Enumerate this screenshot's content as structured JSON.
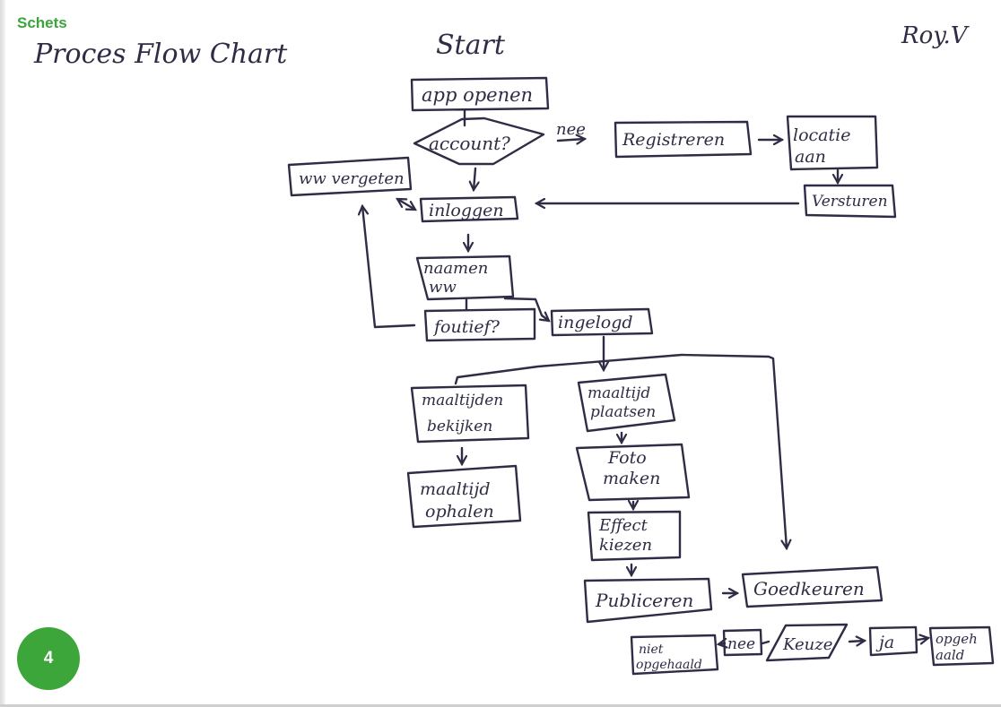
{
  "header": {
    "section_label": "Schets",
    "title": "Proces Flow Chart",
    "author": "Roy.V"
  },
  "page_number": "4",
  "colors": {
    "accent_green": "#3da63a",
    "ink": "#2e2d45"
  },
  "flowchart": {
    "start_label": "Start",
    "nodes": {
      "app_openen": "app openen",
      "account": "account?",
      "registreren": "Registreren",
      "locatie_aan_1": "locatie",
      "locatie_aan_2": "aan",
      "versturen": "Versturen",
      "ww_vergeten": "ww vergeten",
      "inloggen": "inloggen",
      "naam_ww_1": "naamen",
      "naam_ww_2": "ww",
      "foutief": "foutief?",
      "ingelogd": "ingelogd",
      "maaltijden_bekijken_1": "maaltijden",
      "maaltijden_bekijken_2": "bekijken",
      "maaltijd_ophalen_1": "maaltijd",
      "maaltijd_ophalen_2": "ophalen",
      "maaltijd_plaatsen_1": "maaltijd",
      "maaltijd_plaatsen_2": "plaatsen",
      "foto_maken_1": "Foto",
      "foto_maken_2": "maken",
      "effect_kiezen_1": "Effect",
      "effect_kiezen_2": "kiezen",
      "publiceren": "Publiceren",
      "goedkeuren": "Goedkeuren",
      "niet_opgehaald_1": "niet",
      "niet_opgehaald_2": "opgehaald",
      "nee_2": "nee",
      "keuze": "Keuze",
      "ja": "ja",
      "opgehaald_1": "opgeh",
      "opgehaald_2": "aald"
    },
    "edge_labels": {
      "account_nee": "nee"
    },
    "edges": [
      {
        "from": "app openen",
        "to": "account?"
      },
      {
        "from": "account?",
        "to": "Registreren",
        "label": "nee"
      },
      {
        "from": "account?",
        "to": "inloggen"
      },
      {
        "from": "Registreren",
        "to": "locatie aan"
      },
      {
        "from": "locatie aan",
        "to": "Versturen"
      },
      {
        "from": "Versturen",
        "to": "inloggen"
      },
      {
        "from": "inloggen",
        "to": "ww vergeten",
        "bidirectional": true
      },
      {
        "from": "inloggen",
        "to": "naamen ww"
      },
      {
        "from": "naamen ww",
        "to": "foutief?"
      },
      {
        "from": "foutief?",
        "to": "ww vergeten"
      },
      {
        "from": "naamen ww",
        "to": "ingelogd"
      },
      {
        "from": "ingelogd",
        "to": "maaltijden bekijken"
      },
      {
        "from": "ingelogd",
        "to": "maaltijd plaatsen"
      },
      {
        "from": "ingelogd",
        "to": "Goedkeuren"
      },
      {
        "from": "maaltijden bekijken",
        "to": "maaltijd ophalen"
      },
      {
        "from": "maaltijd plaatsen",
        "to": "Foto maken"
      },
      {
        "from": "Foto maken",
        "to": "Effect kiezen"
      },
      {
        "from": "Effect kiezen",
        "to": "Publiceren"
      },
      {
        "from": "Publiceren",
        "to": "Goedkeuren"
      },
      {
        "from": "Keuze",
        "to": "nee"
      },
      {
        "from": "nee",
        "to": "niet opgehaald"
      },
      {
        "from": "Keuze",
        "to": "ja"
      },
      {
        "from": "ja",
        "to": "opgehaald"
      }
    ]
  }
}
